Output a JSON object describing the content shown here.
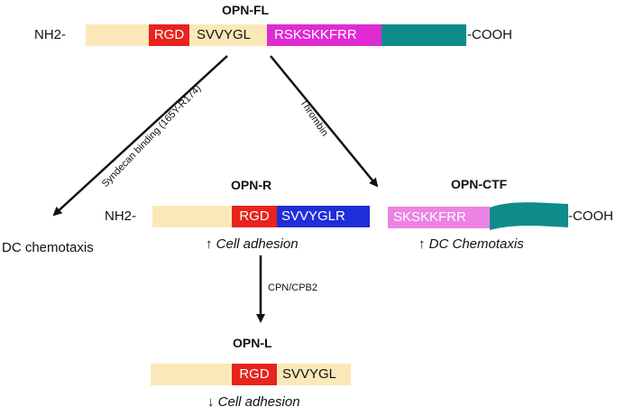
{
  "colors": {
    "beige": "#fbe8b8",
    "red": "#e8241c",
    "magenta": "#e02bd2",
    "teal": "#0e8c8c",
    "blue": "#1e2ed8",
    "pink": "#ec82e4"
  },
  "opn_fl": {
    "title": "OPN-FL",
    "n_term": "NH2-",
    "rgd": "RGD",
    "svvygl": "SVVYGL",
    "rsk": "RSKSKKFRR",
    "c_term": "-COOH"
  },
  "arrows": {
    "syndecan": "Syndecan binding (165Y-R174)",
    "thrombin": "Thrombin",
    "cpn": "CPN/CPB2"
  },
  "dc_chemotaxis": "DC chemotaxis",
  "opn_r": {
    "title": "OPN-R",
    "n_term": "NH2-",
    "rgd": "RGD",
    "svvyglr": "SVVYGLR",
    "caption": "↑ Cell adhesion"
  },
  "opn_ctf": {
    "title": "OPN-CTF",
    "sks": "SKSKKFRR",
    "c_term": "-COOH",
    "caption": "↑ DC Chemotaxis"
  },
  "opn_l": {
    "title": "OPN-L",
    "rgd": "RGD",
    "svvygl": "SVVYGL",
    "caption": "↓ Cell adhesion"
  }
}
